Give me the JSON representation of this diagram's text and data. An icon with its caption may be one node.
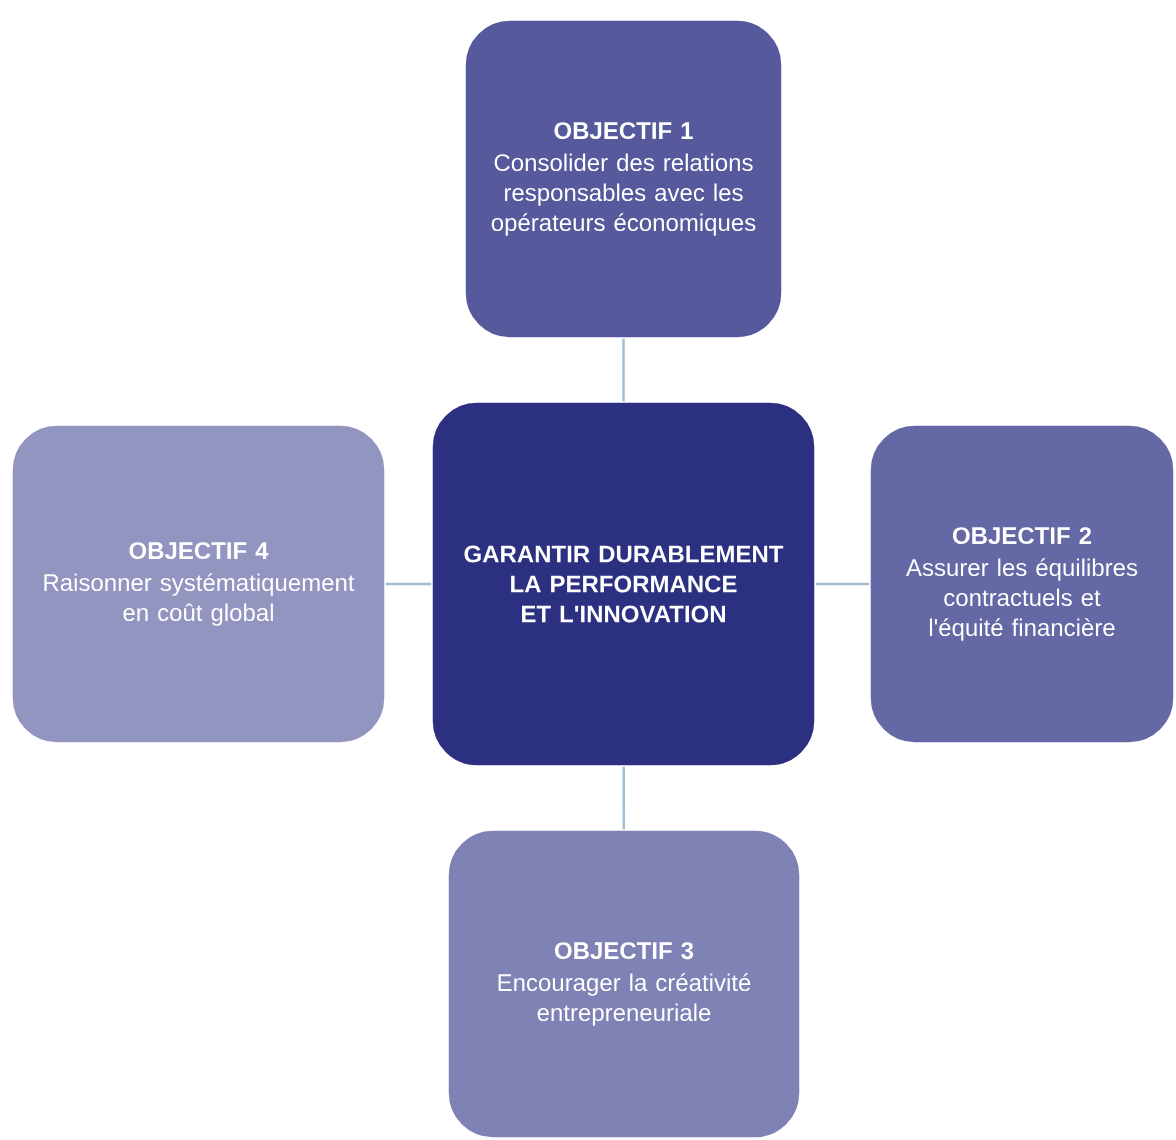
{
  "diagram": {
    "nodes": [
      {
        "text": [
          "OBJECTIF 1",
          "Consolider des relations responsables avec les opérateurs économiques"
        ]
      },
      {
        "text": [
          "OBJECTIF 4",
          "Raisonner systématiquement en coût global"
        ]
      },
      {
        "text": [
          "GARANTIR DURABLEMENT LA PERFORMANCE ET L'INNOVATION"
        ]
      },
      {
        "text": [
          "OBJECTIF 2",
          "Assurer les équilibres contractuels et l'équité financière"
        ]
      },
      {
        "text": [
          "OBJECTIF 3",
          "Encourager la créativité entrepreneuriale"
        ]
      }
    ],
    "edges": [
      {
        "from": 2,
        "to": 0,
        "arrow": "none"
      },
      {
        "from": 2,
        "to": 1,
        "arrow": "none"
      },
      {
        "from": 2,
        "to": 3,
        "arrow": "none"
      },
      {
        "from": 2,
        "to": 4,
        "arrow": "none"
      }
    ]
  }
}
